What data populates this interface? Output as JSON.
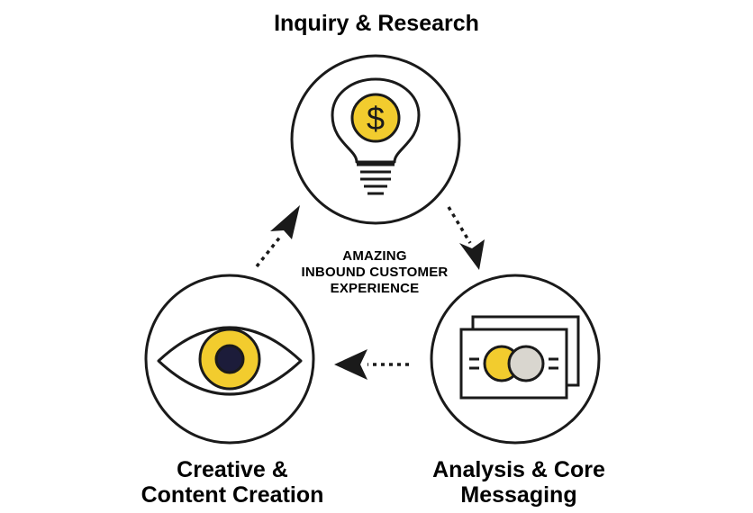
{
  "colors": {
    "stroke": "#1a1a1a",
    "accent": "#f2cc2e",
    "pupil": "#1c1c3a",
    "coin_grey": "#d9d6cf",
    "background": "#ffffff"
  },
  "center": {
    "line1": "AMAZING",
    "line2": "INBOUND CUSTOMER",
    "line3": "EXPERIENCE"
  },
  "stages": {
    "inquiry": {
      "title": "Inquiry & Research",
      "icon": "lightbulb-dollar-icon",
      "symbol": "$"
    },
    "creative": {
      "title_line1": "Creative &",
      "title_line2": "Content Creation",
      "icon": "eye-icon"
    },
    "analysis": {
      "title_line1": "Analysis & Core",
      "title_line2": "Messaging",
      "icon": "overlapping-cards-icon"
    }
  },
  "arrows": [
    {
      "from": "inquiry",
      "to": "analysis",
      "style": "dotted"
    },
    {
      "from": "analysis",
      "to": "creative",
      "style": "dotted"
    },
    {
      "from": "creative",
      "to": "inquiry",
      "style": "dotted"
    }
  ]
}
